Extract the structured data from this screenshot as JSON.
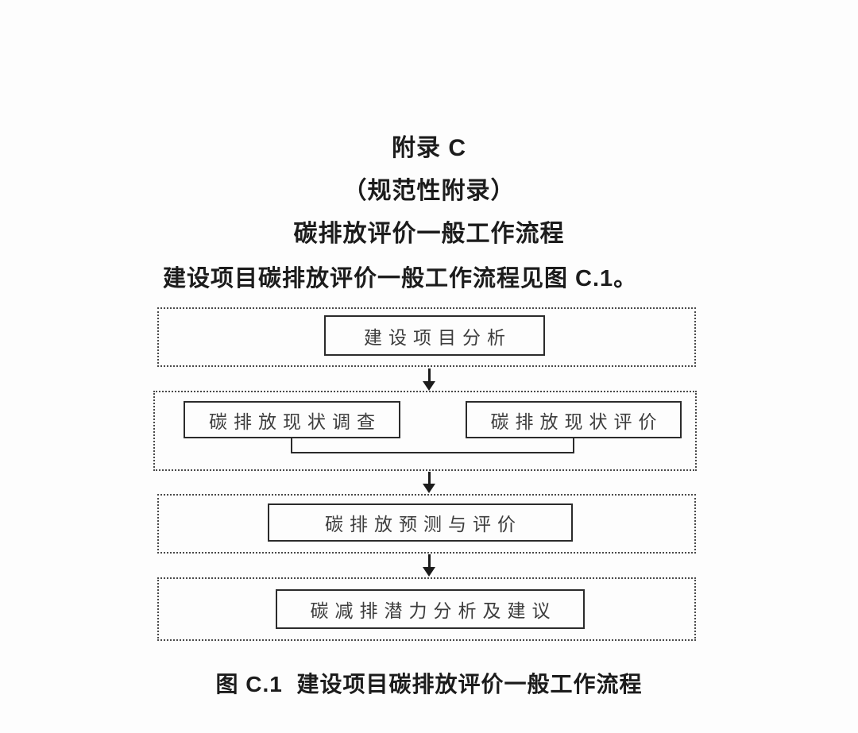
{
  "document": {
    "appendix_label": "附录 C",
    "appendix_type": "（规范性附录）",
    "appendix_title": "碳排放评价一般工作流程",
    "intro_text": "建设项目碳排放评价一般工作流程见图 C.1。",
    "figure_caption": "图 C.1  建设项目碳排放评价一般工作流程"
  },
  "flowchart": {
    "stage1": {
      "node": "建设项目分析"
    },
    "stage2": {
      "node_left": "碳排放现状调查",
      "node_right": "碳排放现状评价"
    },
    "stage3": {
      "node": "碳排放预测与评价"
    },
    "stage4": {
      "node": "碳减排潜力分析及建议"
    }
  },
  "colors": {
    "ink": "#1c1c1c",
    "node_text": "#3d3d3d",
    "node_border": "#2b2b2b",
    "dotted_border": "#4a4a4a",
    "background": "#fdfdfd"
  }
}
